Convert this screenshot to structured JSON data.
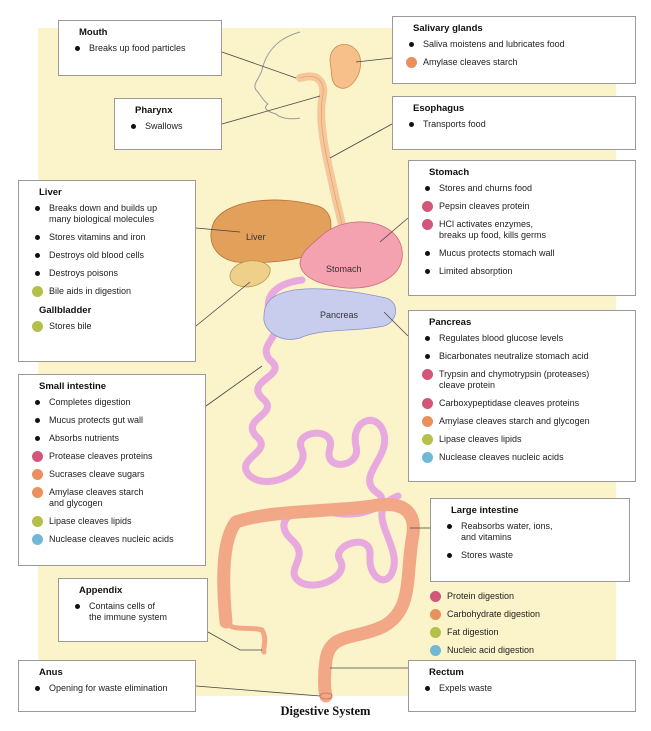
{
  "caption": "Digestive System",
  "colors": {
    "background": "#fbf3c9",
    "protein": "#d2567a",
    "carbohydrate": "#ea8f5e",
    "fat": "#b5c04a",
    "nucleic": "#6fb9d6",
    "bullet": "#111111",
    "stomach": "#f4a1b0",
    "liver": "#e2a05a",
    "pancreas": "#c8cdee",
    "small_intestine": "#e7a9de",
    "large_intestine": "#f2a887"
  },
  "organ_labels": {
    "liver": "Liver",
    "stomach": "Stomach",
    "pancreas": "Pancreas"
  },
  "boxes": {
    "mouth": {
      "title": "Mouth",
      "items": [
        {
          "text": "Breaks up food particles",
          "dot": "bullet"
        }
      ]
    },
    "salivary": {
      "title": "Salivary glands",
      "items": [
        {
          "text": "Saliva moistens and lubricates food",
          "dot": "bullet"
        },
        {
          "text": "Amylase cleaves starch",
          "dot": "carbohydrate"
        }
      ]
    },
    "pharynx": {
      "title": "Pharynx",
      "items": [
        {
          "text": "Swallows",
          "dot": "bullet"
        }
      ]
    },
    "esophagus": {
      "title": "Esophagus",
      "items": [
        {
          "text": "Transports food",
          "dot": "bullet"
        }
      ]
    },
    "liver": {
      "title": "Liver",
      "items": [
        {
          "text": "Breaks down and builds up\nmany biological molecules",
          "dot": "bullet"
        },
        {
          "text": "Stores vitamins and iron",
          "dot": "bullet"
        },
        {
          "text": "Destroys old blood cells",
          "dot": "bullet"
        },
        {
          "text": "Destroys poisons",
          "dot": "bullet"
        },
        {
          "text": "Bile aids in digestion",
          "dot": "fat"
        }
      ],
      "subtitle": "Gallbladder",
      "sub_items": [
        {
          "text": "Stores bile",
          "dot": "fat"
        }
      ]
    },
    "stomach": {
      "title": "Stomach",
      "items": [
        {
          "text": "Stores and churns food",
          "dot": "bullet"
        },
        {
          "text": "Pepsin cleaves protein",
          "dot": "protein"
        },
        {
          "text": "HCl activates enzymes,\nbreaks up food, kills germs",
          "dot": "protein"
        },
        {
          "text": "Mucus protects stomach wall",
          "dot": "bullet"
        },
        {
          "text": "Limited absorption",
          "dot": "bullet"
        }
      ]
    },
    "pancreas": {
      "title": "Pancreas",
      "items": [
        {
          "text": "Regulates blood glucose levels",
          "dot": "bullet"
        },
        {
          "text": "Bicarbonates neutralize stomach acid",
          "dot": "bullet"
        },
        {
          "text": "Trypsin and chymotrypsin (proteases)\ncleave protein",
          "dot": "protein"
        },
        {
          "text": "Carboxypeptidase cleaves proteins",
          "dot": "protein"
        },
        {
          "text": "Amylase cleaves starch and glycogen",
          "dot": "carbohydrate"
        },
        {
          "text": "Lipase cleaves lipids",
          "dot": "fat"
        },
        {
          "text": "Nuclease cleaves nucleic acids",
          "dot": "nucleic"
        }
      ]
    },
    "small_intestine": {
      "title": "Small intestine",
      "items": [
        {
          "text": "Completes digestion",
          "dot": "bullet"
        },
        {
          "text": "Mucus protects gut wall",
          "dot": "bullet"
        },
        {
          "text": "Absorbs nutrients",
          "dot": "bullet"
        },
        {
          "text": "Protease cleaves proteins",
          "dot": "protein"
        },
        {
          "text": "Sucrases cleave sugars",
          "dot": "carbohydrate"
        },
        {
          "text": "Amylase cleaves starch\nand glycogen",
          "dot": "carbohydrate"
        },
        {
          "text": "Lipase cleaves lipids",
          "dot": "fat"
        },
        {
          "text": "Nuclease cleaves nucleic acids",
          "dot": "nucleic"
        }
      ]
    },
    "large_intestine": {
      "title": "Large intestine",
      "items": [
        {
          "text": "Reabsorbs water, ions,\nand vitamins",
          "dot": "bullet"
        },
        {
          "text": "Stores waste",
          "dot": "bullet"
        }
      ]
    },
    "appendix": {
      "title": "Appendix",
      "items": [
        {
          "text": "Contains cells of\nthe immune system",
          "dot": "bullet"
        }
      ]
    },
    "anus": {
      "title": "Anus",
      "items": [
        {
          "text": "Opening for waste elimination",
          "dot": "bullet"
        }
      ]
    },
    "rectum": {
      "title": "Rectum",
      "items": [
        {
          "text": "Expels waste",
          "dot": "bullet"
        }
      ]
    }
  },
  "legend": [
    {
      "text": "Protein digestion",
      "dot": "protein"
    },
    {
      "text": "Carbohydrate digestion",
      "dot": "carbohydrate"
    },
    {
      "text": "Fat digestion",
      "dot": "fat"
    },
    {
      "text": "Nucleic acid digestion",
      "dot": "nucleic"
    }
  ]
}
